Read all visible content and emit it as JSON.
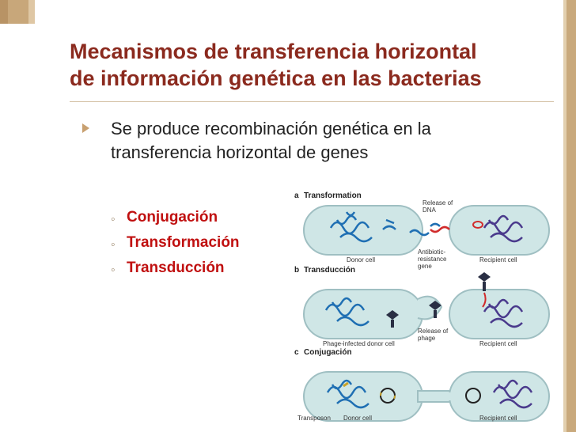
{
  "slide": {
    "title_line1": "Mecanismos de transferencia horizontal",
    "title_line2": "de información genética en las bacterias",
    "bullet": "Se produce recombinación genética en la transferencia horizontal de genes",
    "subitems": [
      "Conjugación",
      "Transformación",
      "Transducción"
    ]
  },
  "figure": {
    "panel_a": {
      "letter": "a",
      "title": "Transformation",
      "release_label": "Release of DNA",
      "gene_label": "Antibiotic-resistance gene",
      "donor_label": "Donor cell",
      "recipient_label": "Recipient cell"
    },
    "panel_b": {
      "letter": "b",
      "title": "Transducción",
      "phage_label": "Release of phage",
      "donor_label": "Phage-infected donor cell",
      "recipient_label": "Recipient cell"
    },
    "panel_c": {
      "letter": "c",
      "title": "Conjugación",
      "transposon_label": "Transposon",
      "donor_label": "Donor cell",
      "recipient_label": "Recipient cell"
    }
  },
  "colors": {
    "title": "#8b2a1e",
    "subitem": "#c01010",
    "accent": "#c8a070",
    "cell_fill": "#cfe6e6",
    "dna_blue": "#1f6fb3",
    "dna_purple": "#4a3a8c"
  }
}
